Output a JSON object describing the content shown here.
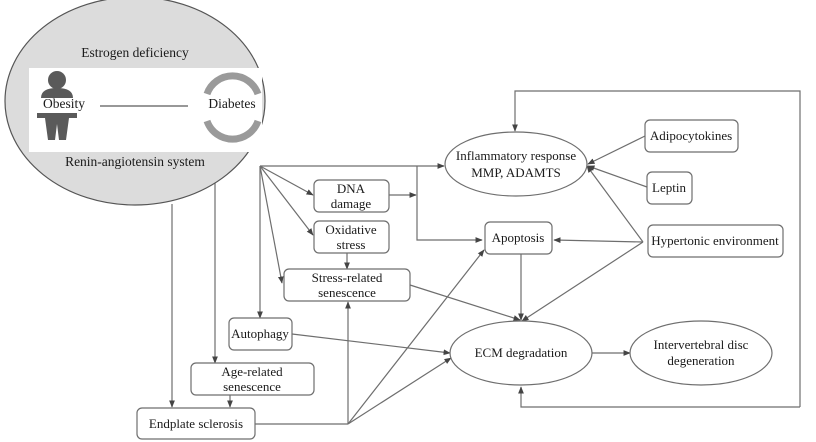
{
  "diagram": {
    "cluster": {
      "top_label": "Estrogen deficiency",
      "bottom_label": "Renin-angiotensin system",
      "left_item": "Obesity",
      "right_item": "Diabetes",
      "fill": "#dcdcdc",
      "icon_color": "#5a5a5a",
      "ring_color": "#9a9a9a"
    },
    "nodes": {
      "dna_damage": [
        "DNA",
        "damage"
      ],
      "oxidative_stress": [
        "Oxidative",
        "stress"
      ],
      "stress_senescence": [
        "Stress-related",
        "senescence"
      ],
      "autophagy": [
        "Autophagy"
      ],
      "age_senescence": [
        "Age-related",
        "senescence"
      ],
      "endplate_sclerosis": [
        "Endplate sclerosis"
      ],
      "inflammatory": [
        "Inflammatory response",
        "MMP, ADAMTS"
      ],
      "apoptosis": [
        "Apoptosis"
      ],
      "ecm": [
        "ECM degradation"
      ],
      "idd": [
        "Intervertebral disc",
        "degeneration"
      ],
      "adipocytokines": [
        "Adipocytokines"
      ],
      "leptin": [
        "Leptin"
      ],
      "hypertonic": [
        "Hypertonic environment"
      ]
    },
    "edge_color": "#6e6e6e"
  }
}
